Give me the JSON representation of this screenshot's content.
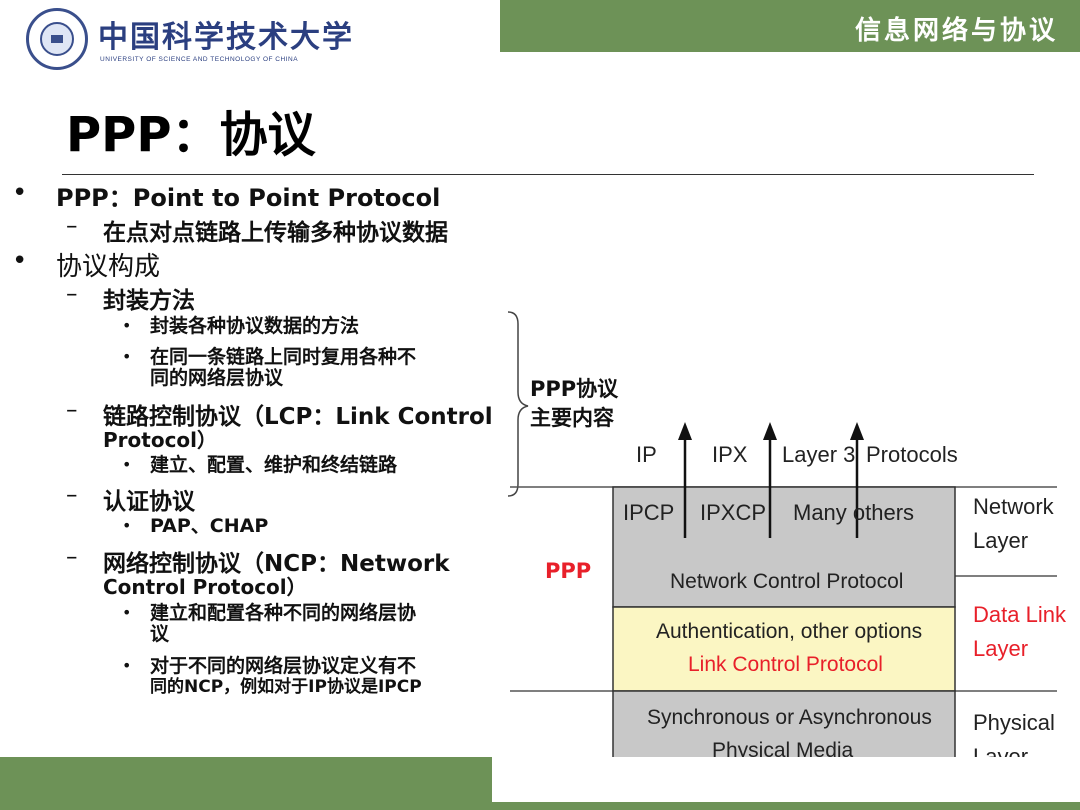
{
  "header": {
    "university_cn": "中国科学技术大学",
    "university_en": "UNIVERSITY OF SCIENCE AND TECHNOLOGY OF CHINA",
    "course_title": "信息网络与协议"
  },
  "slide_title": "PPP：协议",
  "bullets": {
    "b1": "PPP：Point to Point Protocol",
    "b1_sub": "在点对点链路上传输多种协议数据",
    "b2": "协议构成",
    "encap": "封装方法",
    "encap_i1": "封装各种协议数据的方法",
    "encap_i2_l1": "在同一条链路上同时复用各种不",
    "encap_i2_l2": "同的网络层协议",
    "lcp_l1": "链路控制协议（LCP：Link Control",
    "lcp_l2": "Protocol）",
    "lcp_i1": "建立、配置、维护和终结链路",
    "auth": "认证协议",
    "auth_i1": "PAP、CHAP",
    "ncp_l1": "网络控制协议（NCP：Network",
    "ncp_l2": "Control Protocol）",
    "ncp_i1_l1": "建立和配置各种不同的网络层协",
    "ncp_i1_l2": "议",
    "ncp_i2_l1": "对于不同的网络层协议定义有不",
    "ncp_i2_l2": "同的NCP，例如对于IP协议是IPCP"
  },
  "brace_label": {
    "line1": "PPP协议",
    "line2": "主要内容"
  },
  "diagram": {
    "top_labels": {
      "ip": "IP",
      "ipx": "IPX",
      "layer3": "Layer 3",
      "protocols": "Protocols"
    },
    "ncp_row": {
      "ipcp": "IPCP",
      "ipxcp": "IPXCP",
      "many_others": "Many others",
      "ncp": "Network Control Protocol"
    },
    "lcp_row": {
      "auth": "Authentication, other options",
      "lcp": "Link Control Protocol"
    },
    "phys_row": {
      "line1": "Synchronous or Asynchronous",
      "line2": "Physical Media"
    },
    "ppp_label": "PPP",
    "layers": {
      "network_l1": "Network",
      "network_l2": "Layer",
      "datalink_l1": "Data Link",
      "datalink_l2": "Layer",
      "physical_l1": "Physical",
      "physical_l2": "Layer"
    },
    "colors": {
      "gray_box": "#c8c8c8",
      "yellow_box": "#fbf6c3",
      "red_text": "#e8202a"
    }
  }
}
